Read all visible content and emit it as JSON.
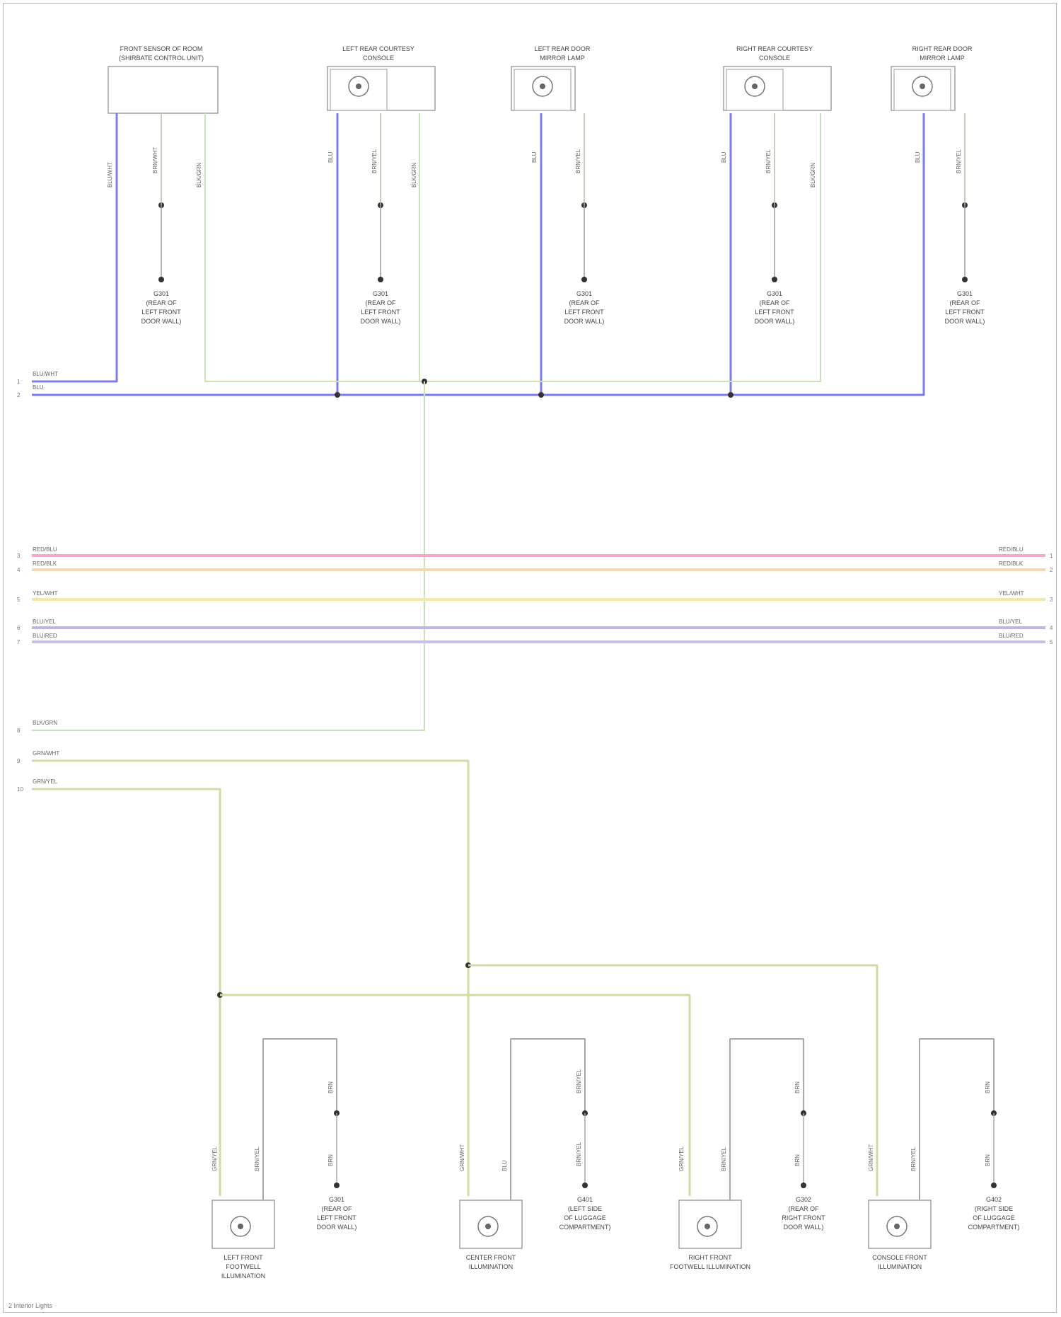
{
  "top_components": [
    {
      "id": "front-sensor-module",
      "label_lines": [
        "FRONT SENSOR OF ROOM",
        "(SHIRBATE CONTROL UNIT)"
      ],
      "has_lamp": false,
      "wires": [
        "BLU/WHT",
        "BRN/WHT",
        "BLK/GRN"
      ]
    },
    {
      "id": "left-rear-dome",
      "label_lines": [
        "LEFT REAR COURTESY",
        "CONSOLE"
      ],
      "has_lamp": true,
      "wires": [
        "BLU",
        "BRN/YEL",
        "BLK/GRN"
      ]
    },
    {
      "id": "left-rear-door",
      "label_lines": [
        "LEFT REAR DOOR",
        "MIRROR LAMP"
      ],
      "has_lamp": true,
      "wires": [
        "BLU",
        "BRN/YEL"
      ]
    },
    {
      "id": "right-rear-dome",
      "label_lines": [
        "RIGHT REAR COURTESY",
        "CONSOLE"
      ],
      "has_lamp": true,
      "wires": [
        "BLU",
        "BRN/YEL",
        "BLK/GRN"
      ]
    },
    {
      "id": "right-rear-door",
      "label_lines": [
        "RIGHT REAR DOOR",
        "MIRROR LAMP"
      ],
      "has_lamp": true,
      "wires": [
        "BLU",
        "BRN/YEL"
      ]
    }
  ],
  "grounds_top": [
    [
      "G301",
      "(REAR OF",
      "LEFT FRONT",
      "DOOR WALL)"
    ],
    [
      "G301",
      "(REAR OF",
      "LEFT FRONT",
      "DOOR WALL)"
    ],
    [
      "G301",
      "(REAR OF",
      "LEFT FRONT",
      "DOOR WALL)"
    ],
    [
      "G301",
      "(REAR OF",
      "LEFT FRONT",
      "DOOR WALL)"
    ],
    [
      "G301",
      "(REAR OF",
      "LEFT FRONT",
      "DOOR WALL)"
    ]
  ],
  "left_bus_labels": [
    "BLU/WHT",
    "BLU"
  ],
  "pass_through": [
    {
      "label": "RED/BLU",
      "color": "#f7a8c8",
      "pin_left": "3",
      "pin_right": "1"
    },
    {
      "label": "RED/BLK",
      "color": "#f8d8b0",
      "pin_left": "4",
      "pin_right": "2"
    },
    {
      "label": "YEL/WHT",
      "color": "#f0eaa0",
      "pin_left": "5",
      "pin_right": "3"
    },
    {
      "label": "BLU/YEL",
      "color": "#b8b8e0",
      "pin_left": "6",
      "pin_right": "4"
    },
    {
      "label": "BLU/RED",
      "color": "#c8c0e8",
      "pin_left": "7",
      "pin_right": "5"
    }
  ],
  "feed_labels": [
    "BLK/GRN",
    "GRN/WHT",
    "GRN/YEL"
  ],
  "feed_pins": [
    "8",
    "9",
    "10"
  ],
  "bottom_components": [
    {
      "label_lines": [
        "LEFT FRONT",
        "FOOTWELL",
        "ILLUMINATION"
      ],
      "wires": [
        "GRN/YEL",
        "BRN/YEL"
      ]
    },
    {
      "label_lines": [
        "CENTER FRONT",
        "ILLUMINATION"
      ],
      "wires": [
        "GRN/WHT",
        "BLU"
      ]
    },
    {
      "label_lines": [
        "RIGHT FRONT",
        "FOOTWELL ILLUMINATION"
      ],
      "wires": [
        "GRN/YEL",
        "BRN/YEL"
      ]
    },
    {
      "label_lines": [
        "CONSOLE FRONT",
        "ILLUMINATION"
      ],
      "wires": [
        "GRN/WHT",
        "BRN/YEL"
      ]
    }
  ],
  "grounds_bottom": [
    [
      "G301",
      "(REAR OF",
      "LEFT FRONT",
      "DOOR WALL)"
    ],
    [
      "G401",
      "(LEFT SIDE",
      "OF LUGGAGE",
      "COMPARTMENT)"
    ],
    [
      "G302",
      "(REAR OF",
      "RIGHT FRONT",
      "DOOR WALL)"
    ],
    [
      "G402",
      "(RIGHT SIDE",
      "OF LUGGAGE",
      "COMPARTMENT)"
    ]
  ],
  "ground_wire_labels": [
    "BRN",
    "BRN/YEL",
    "BRN",
    "BRN"
  ],
  "footer": "2 Interior Lights",
  "colors": {
    "blue_wire": "#7b7cf0",
    "green_wire": "#c9e3b4",
    "olive_wire": "#d4d9a6",
    "gray_wire": "#9a9a9a",
    "border": "#b8b8b8"
  }
}
